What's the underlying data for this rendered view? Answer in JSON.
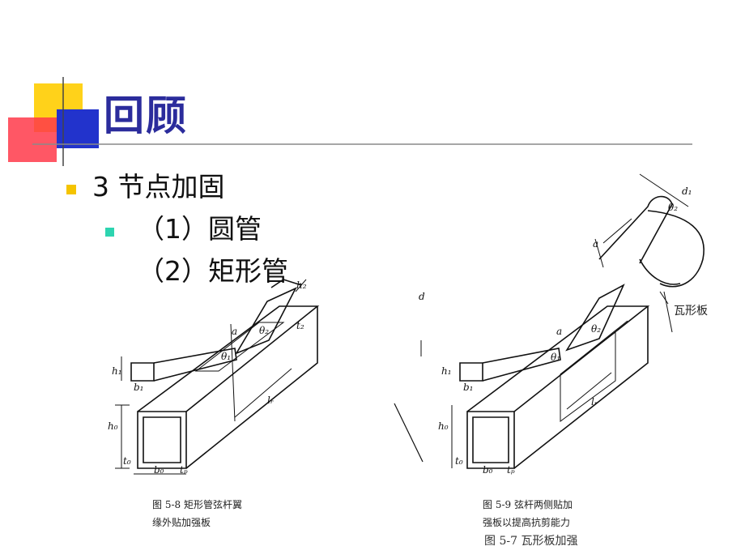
{
  "slide": {
    "title": "回顾",
    "bullets": [
      {
        "text": "3 节点加固"
      },
      {
        "text": "（1）圆管"
      },
      {
        "text": "（2）矩形管"
      }
    ]
  },
  "figures": {
    "fig58": {
      "caption_line1": "图 5-8   矩形管弦杆翼",
      "caption_line2": "缘外贴加强板"
    },
    "fig59": {
      "caption_line1": "图 5-9   弦杆两侧贴加",
      "caption_line2": "强板以提高抗剪能力"
    },
    "fig57": {
      "caption": "图 5-7   瓦形板加强",
      "plate_label": "瓦形板"
    }
  },
  "colors": {
    "title": "#2b2c9c",
    "bullet1": "#f5c400",
    "bullet2": "#2dd4b0",
    "deco_yellow": "#ffd21a",
    "deco_red": "#ff3a4a",
    "deco_blue": "#2233cc"
  }
}
